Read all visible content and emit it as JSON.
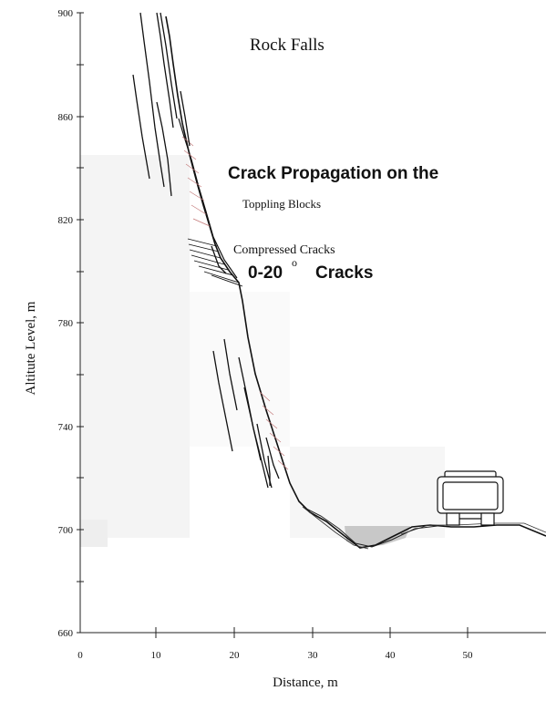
{
  "texts": {
    "rock_falls": "Rock Falls",
    "crack_propagation": "Crack Propagation on the",
    "toppling_blocks": "Toppling Blocks",
    "compressed_cracks": "Compressed Cracks",
    "angle_range": "0-20",
    "degree": "o",
    "cracks": "Cracks"
  },
  "axes": {
    "x_title": "Distance, m",
    "y_title": "Altitute Level, m",
    "x_ticks": [
      "0",
      "10",
      "20",
      "30",
      "40",
      "50"
    ],
    "y_ticks": [
      "900",
      "860",
      "820",
      "780",
      "740",
      "700",
      "660"
    ]
  },
  "colors": {
    "background": "#ffffff",
    "panel_shade": "#f3f3f3",
    "deposit": "#c8c8c8",
    "line": "#111111",
    "crack_red": "#c47a7a"
  }
}
